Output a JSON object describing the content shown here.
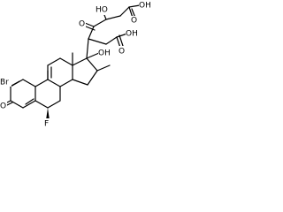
{
  "molecule": {
    "atom_labels": {
      "br": "Br",
      "o_ketone_a": "O",
      "f": "F",
      "o_ketone_side": "O",
      "oh_ring_d": "OH",
      "ho_chain": "HO",
      "acid_1_oh": "OH",
      "acid_1_o": "O",
      "acid_2_oh": "OH",
      "acid_2_o": "O"
    },
    "colors": {
      "bond": "#000000",
      "background": "#ffffff"
    }
  }
}
